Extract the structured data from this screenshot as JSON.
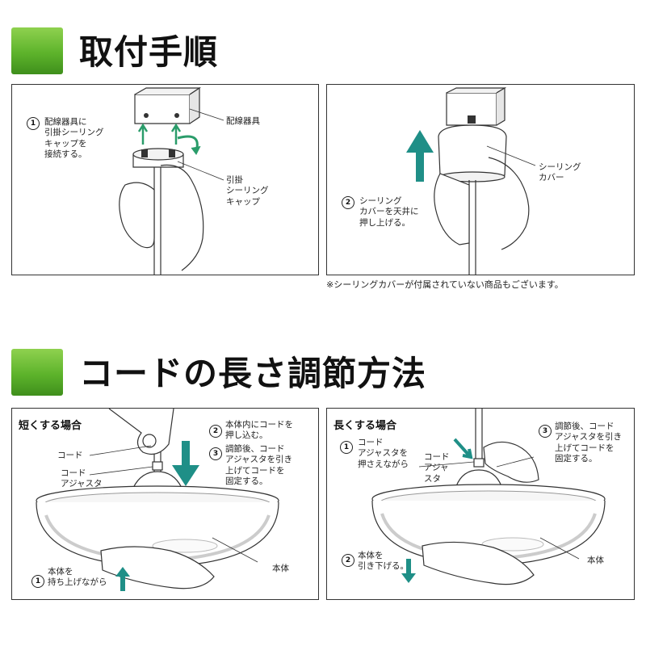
{
  "section1": {
    "title": "取付手順",
    "panel1": {
      "step_num": "1",
      "step_text": "配線器具に\n引掛シーリング\nキャップを\n接続する。",
      "label_fixture": "配線器具",
      "label_cap": "引掛\nシーリング\nキャップ"
    },
    "panel2": {
      "step_num": "2",
      "step_text": "シーリング\nカバーを天井に\n押し上げる。",
      "label_cover": "シーリング\nカバー"
    },
    "note": "※シーリングカバーが付属されていない商品もございます。"
  },
  "section2": {
    "title": "コードの長さ調節方法",
    "short": {
      "subtitle": "短くする場合",
      "label_cord": "コード",
      "label_adjuster": "コード\nアジャスタ",
      "step1_num": "1",
      "step1_text": "本体を\n持ち上げながら",
      "step2_num": "2",
      "step2_text": "本体内にコードを\n押し込む。",
      "step3_num": "3",
      "step3_text": "調節後、コード\nアジャスタを引き\n上げてコードを\n固定する。",
      "label_body": "本体"
    },
    "long": {
      "subtitle": "長くする場合",
      "step1_num": "1",
      "step1_text": "コード\nアジャスタを\n押さえながら",
      "label_adjuster": "コード\nアジャ\nスタ",
      "step2_num": "2",
      "step2_text": "本体を\n引き下げる。",
      "step3_num": "3",
      "step3_text": "調節後、コード\nアジャスタを引き\n上げてコードを\n固定する。",
      "label_body": "本体"
    }
  },
  "colors": {
    "accent_green": "#5db32b",
    "arrow_teal": "#1f8f87",
    "line": "#333333"
  }
}
